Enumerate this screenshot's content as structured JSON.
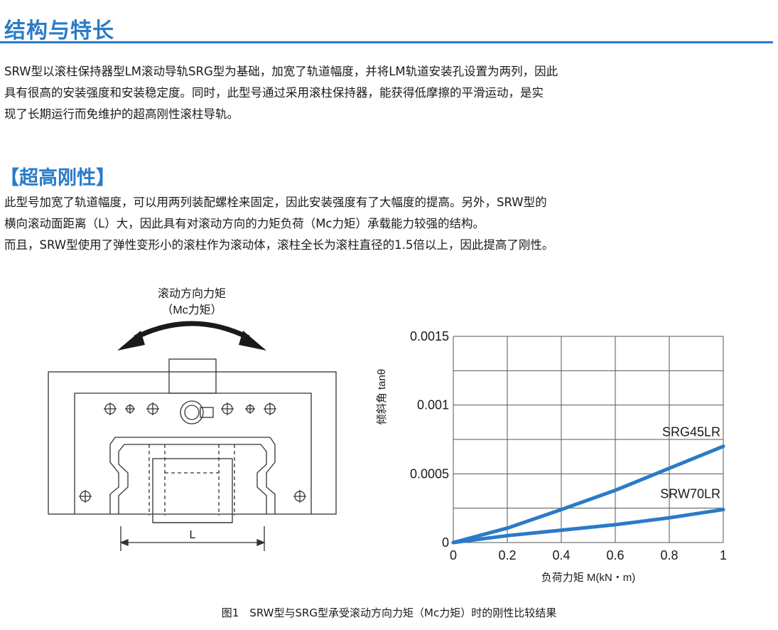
{
  "section_title": "结构与特长",
  "intro_lines": [
    "SRW型以滚柱保持器型LM滚动导轨SRG型为基础，加宽了轨道幅度，并将LM轨道安装孔设置为两列，因此",
    "具有很高的安装强度和安装稳定度。同时，此型号通过采用滚柱保持器，能获得低摩擦的平滑运动，是实",
    "现了长期运行而免维护的超高刚性滚柱导轨。"
  ],
  "subsection_title": "【超高刚性】",
  "rigidity_lines": [
    "此型号加宽了轨道幅度，可以用两列装配螺栓来固定，因此安装强度有了大幅度的提高。另外，SRW型的",
    "横向滚动面距离（L）大，因此具有对滚动方向的力矩负荷（Mc力矩）承载能力较强的结构。",
    "而且，SRW型使用了弹性变形小的滚柱作为滚动体，滚柱全长为滚柱直径的1.5倍以上，因此提高了刚性。"
  ],
  "diagram": {
    "moment_label": "滚动方向力矩",
    "moment_sub": "（Mc力矩）",
    "dimension_label": "L"
  },
  "chart_data": {
    "type": "line",
    "title": "",
    "xlabel": "负荷力矩 M(kN・m)",
    "ylabel": "倾斜角 tanθ",
    "xlim": [
      0,
      1
    ],
    "ylim": [
      0,
      0.0015
    ],
    "x_ticks": [
      "0",
      "0.2",
      "0.4",
      "0.6",
      "0.8",
      "1"
    ],
    "y_ticks": [
      "0",
      "0.0005",
      "0.001",
      "0.0015"
    ],
    "grid": true,
    "series": [
      {
        "name": "SRG45LR",
        "x": [
          0,
          0.2,
          0.4,
          0.6,
          0.8,
          1.0
        ],
        "y": [
          0,
          0.000105,
          0.00024,
          0.00038,
          0.00054,
          0.0007
        ]
      },
      {
        "name": "SRW70LR",
        "x": [
          0,
          0.2,
          0.4,
          0.6,
          0.8,
          1.0
        ],
        "y": [
          0,
          5e-05,
          9e-05,
          0.00013,
          0.00018,
          0.00024
        ]
      }
    ],
    "series_color": "#2a7bc8"
  },
  "caption": "图1　SRW型与SRG型承受滚动方向力矩（Mc力矩）时的刚性比较结果"
}
